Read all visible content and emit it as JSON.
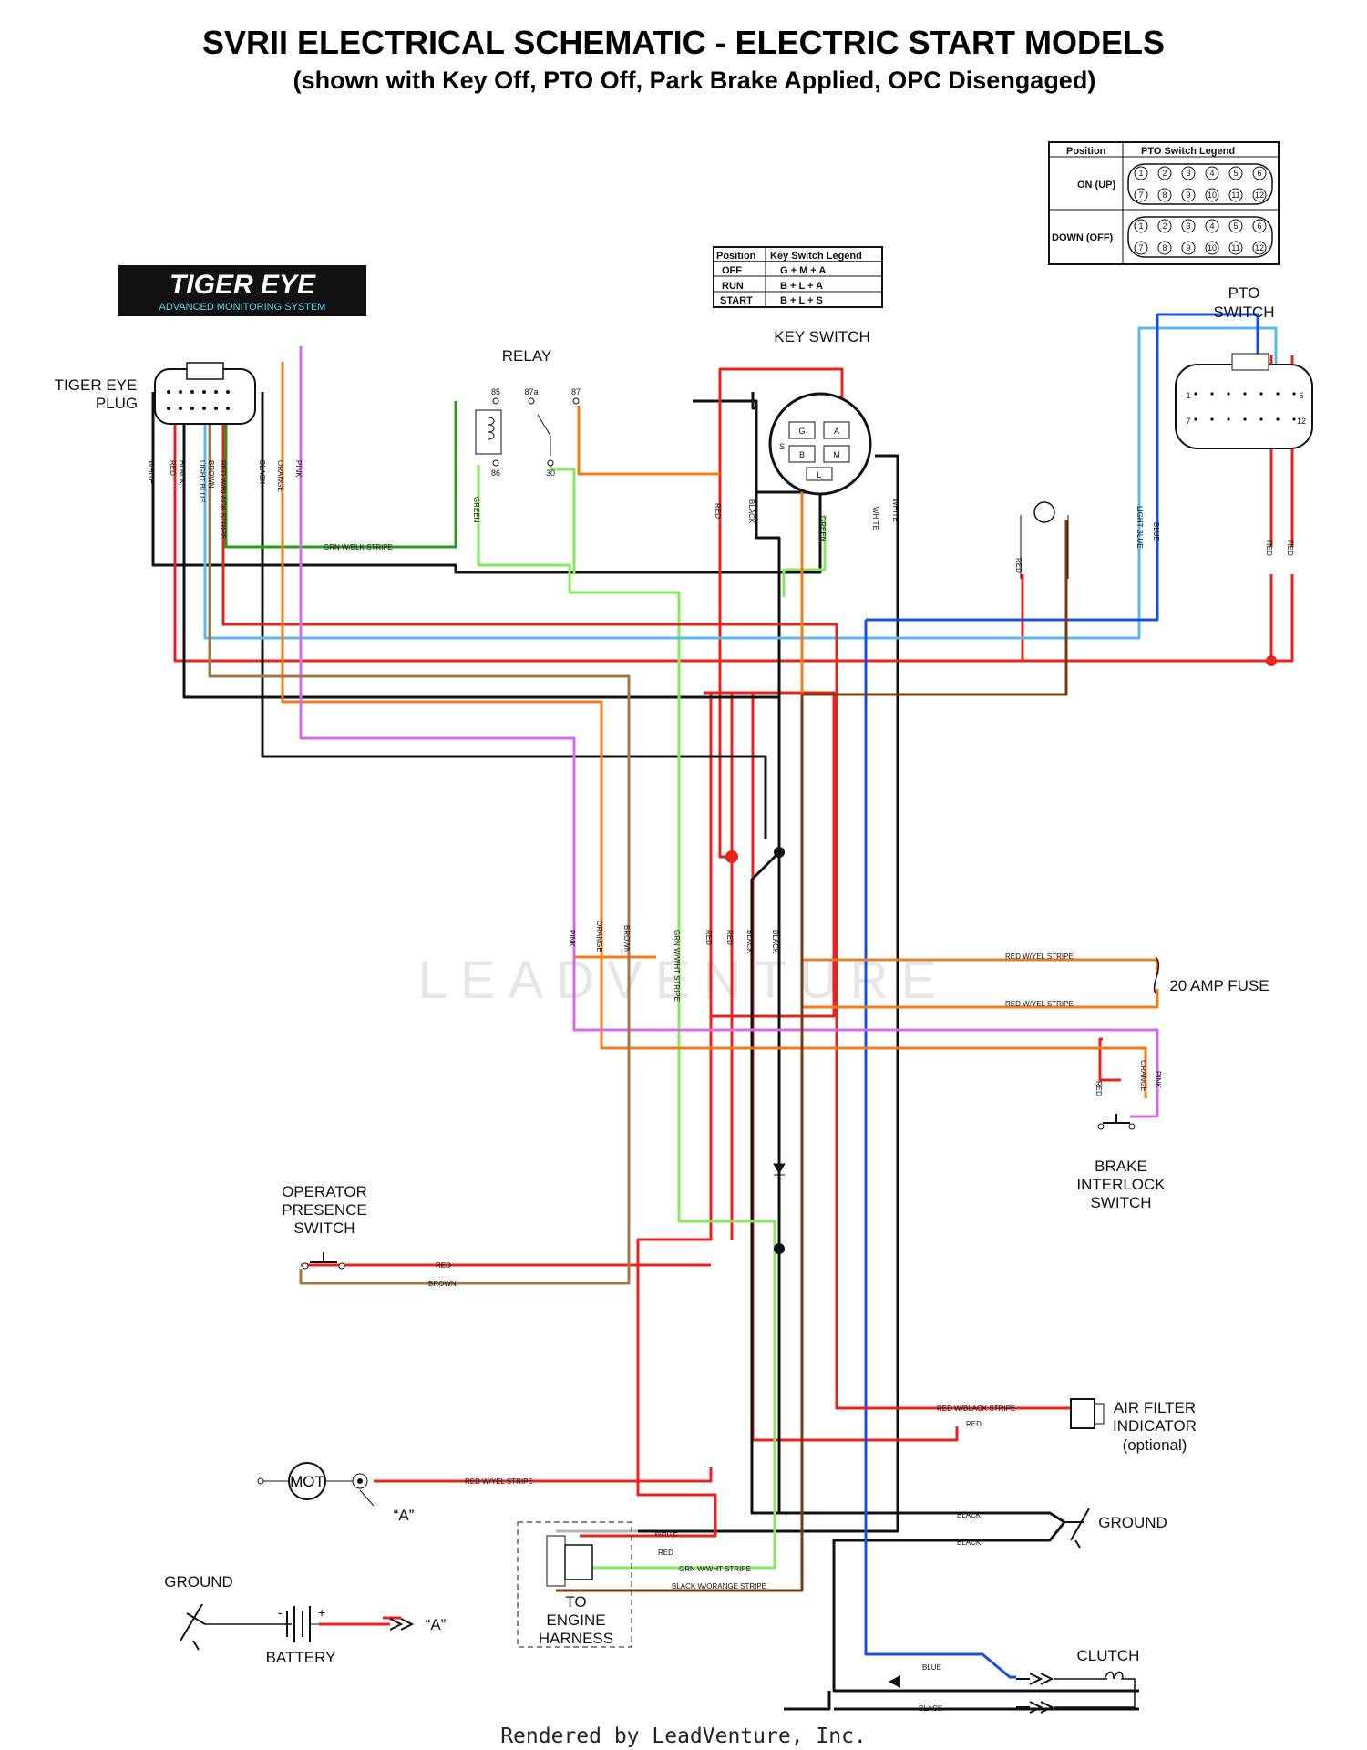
{
  "header": {
    "title": "SVRII ELECTRICAL SCHEMATIC - ELECTRIC START MODELS",
    "subtitle": "(shown with Key Off, PTO Off, Park Brake Applied, OPC Disengaged)"
  },
  "logo": {
    "main": "TIGER EYE",
    "sub": "ADVANCED MONITORING SYSTEM"
  },
  "key_legend": {
    "col1": "Position",
    "col2": "Key Switch Legend",
    "rows": [
      {
        "pos": "OFF",
        "val": "G + M + A"
      },
      {
        "pos": "RUN",
        "val": "B + L + A"
      },
      {
        "pos": "START",
        "val": "B + L + S"
      }
    ]
  },
  "pto_legend": {
    "col1": "Position",
    "col2": "PTO Switch Legend",
    "on": "ON (UP)",
    "off": "DOWN (OFF)",
    "pins_top": [
      "1",
      "2",
      "3",
      "4",
      "5",
      "6"
    ],
    "pins_bottom": [
      "7",
      "8",
      "9",
      "10",
      "11",
      "12"
    ]
  },
  "components": {
    "tiger_eye_plug": "TIGER EYE\nPLUG",
    "relay": "RELAY",
    "relay_pins": [
      "85",
      "87a",
      "87",
      "86",
      "30"
    ],
    "key_switch": "KEY SWITCH",
    "key_terminals": [
      "G",
      "M",
      "A",
      "B",
      "L",
      "S"
    ],
    "pto_switch": "PTO\nSWITCH",
    "pto_pins": [
      "1",
      "6",
      "7",
      "12"
    ],
    "fuse": "20 AMP FUSE",
    "brake_switch": "BRAKE\nINTERLOCK\nSWITCH",
    "operator_switch": "OPERATOR\nPRESENCE\nSWITCH",
    "air_filter": "AIR FILTER\nINDICATOR",
    "air_filter_note": "(optional)",
    "ground_right": "GROUND",
    "ground_left": "GROUND",
    "engine_harness": "TO\nENGINE\nHARNESS",
    "battery": "BATTERY",
    "clutch": "CLUTCH",
    "motor": "MOT",
    "ref_a": "“A”",
    "battery_plus": "+",
    "battery_minus": "-"
  },
  "wire_labels": {
    "plug": [
      "WHITE",
      "RED",
      "BLACK",
      "LIGHT BLUE",
      "BROWN",
      "RED W/BLACK STRIPE",
      "BLACK",
      "ORANGE",
      "PINK"
    ],
    "grn_blk": "GRN W/BLK STRIPE",
    "green": "GREEN",
    "red": "RED",
    "black": "BLACK",
    "white": "WHITE",
    "light_blue": "LIGHT BLUE",
    "blue": "BLUE",
    "pink": "PINK",
    "orange": "ORANGE",
    "brown": "BROWN",
    "grn_wht": "GRN W/WHT STRIPE",
    "red_yel": "RED W/YEL STRIPE",
    "red_blk": "RED W/BLACK STRIPE",
    "blk_org": "BLACK W/ORANGE STRIPE"
  },
  "footer": {
    "watermark": "LEADVENTURE",
    "credit": "Rendered by LeadVenture, Inc."
  },
  "colors": {
    "red": "#e8221c",
    "black": "#111111",
    "green": "#86e85a",
    "dkgreen": "#2a9a1e",
    "orange": "#f07c1a",
    "pink": "#d070e0",
    "ltblue": "#5ab8ea",
    "blue": "#1a50d8",
    "brown": "#a0784a",
    "dkred": "#8b1010",
    "gray": "#9a9a9a",
    "brown2": "#7a3a10"
  }
}
